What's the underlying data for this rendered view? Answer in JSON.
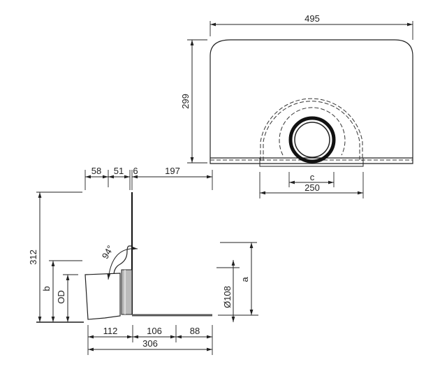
{
  "top_view": {
    "width_label": "495",
    "height_label": "299",
    "c_label": "c",
    "tray_width_label": "250"
  },
  "side_view": {
    "top_dims": [
      "58",
      "51",
      "6",
      "197"
    ],
    "height_label": "312",
    "b_label": "b",
    "od_label": "OD",
    "angle_label": "94°",
    "bottom_dims": [
      "112",
      "106",
      "88"
    ],
    "total_label": "306",
    "diameter_label": "Ø108",
    "a_label": "a"
  },
  "colors": {
    "line": "#222222",
    "flange": "#bbbbbb"
  }
}
